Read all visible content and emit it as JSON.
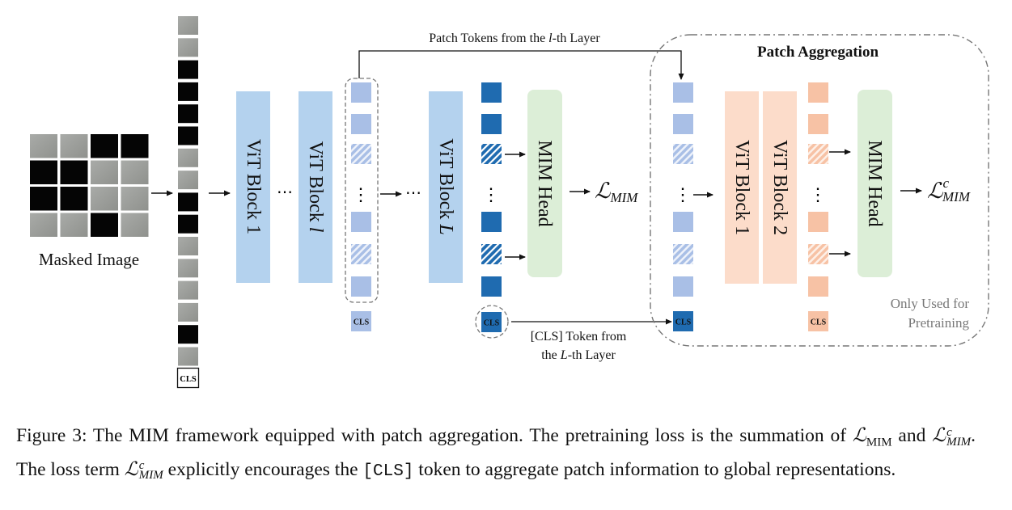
{
  "figure": {
    "masked_image": {
      "label": "Masked Image",
      "grid_mask": [
        [
          0,
          0,
          1,
          1
        ],
        [
          1,
          1,
          0,
          0
        ],
        [
          1,
          1,
          0,
          0
        ],
        [
          0,
          0,
          1,
          0
        ]
      ]
    },
    "input_tokens": {
      "sequence_mask": [
        0,
        0,
        1,
        1,
        1,
        1,
        0,
        0,
        1,
        1,
        0,
        0,
        0,
        0,
        1,
        0
      ],
      "cls_label": "CLS"
    },
    "encoder": {
      "block_1": {
        "prefix": "ViT Block ",
        "index": "1"
      },
      "block_l": {
        "prefix": "ViT Block ",
        "index": "l"
      },
      "block_L": {
        "prefix": "ViT Block ",
        "index": "L"
      },
      "ellipsis": "⋯",
      "vertical_ellipsis": "⋮",
      "layer_l_tokens": [
        "visible",
        "visible",
        "masked",
        "dots",
        "visible",
        "masked",
        "visible"
      ],
      "layer_L_tokens": [
        "visible",
        "visible",
        "masked",
        "dots",
        "visible",
        "masked",
        "visible"
      ],
      "cls_label": "CLS",
      "mim_head": "MIM Head",
      "loss": {
        "symbol": "ℒ",
        "sub": "MIM"
      }
    },
    "patch_tokens_label": {
      "pre": "Patch Tokens from the ",
      "var": "l",
      "post": "-th Layer"
    },
    "cls_token_label": {
      "line1": "[CLS] Token from",
      "line2_pre": "the ",
      "line2_var": "L",
      "line2_post": "-th Layer"
    },
    "patch_aggregation": {
      "title": "Patch Aggregation",
      "block_1": {
        "prefix": "ViT Block ",
        "index": "1"
      },
      "block_2": {
        "prefix": "ViT Block ",
        "index": "2"
      },
      "mim_head": "MIM Head",
      "loss": {
        "symbol": "ℒ",
        "sup": "c",
        "sub": "MIM"
      },
      "note_line1": "Only Used for",
      "note_line2": "Pretraining",
      "cls_label": "CLS"
    },
    "colors": {
      "encoder_block": "#b4d2ee",
      "layer_l_token": "#a9bfe6",
      "layer_L_token": "#1f6bb0",
      "aggregation_block": "#fcdcca",
      "aggregation_token": "#f7c2a5",
      "mim_head": "#dceed7"
    }
  },
  "caption": {
    "p1": "Figure 3:  The MIM framework equipped with patch aggregation.  The pretraining loss is the summation of ",
    "l1": "ℒ",
    "l1_sub": "MIM",
    "and": " and ",
    "l2": "ℒ",
    "l2_sup": "c",
    "l2_sub": "MIM",
    "p2": ".  The loss term ",
    "l3": "ℒ",
    "l3_sup": "c",
    "l3_sub": "MIM",
    "p3": " explicitly encourages the ",
    "code": "[CLS]",
    "p4": " token to aggregate patch information to global representations."
  }
}
